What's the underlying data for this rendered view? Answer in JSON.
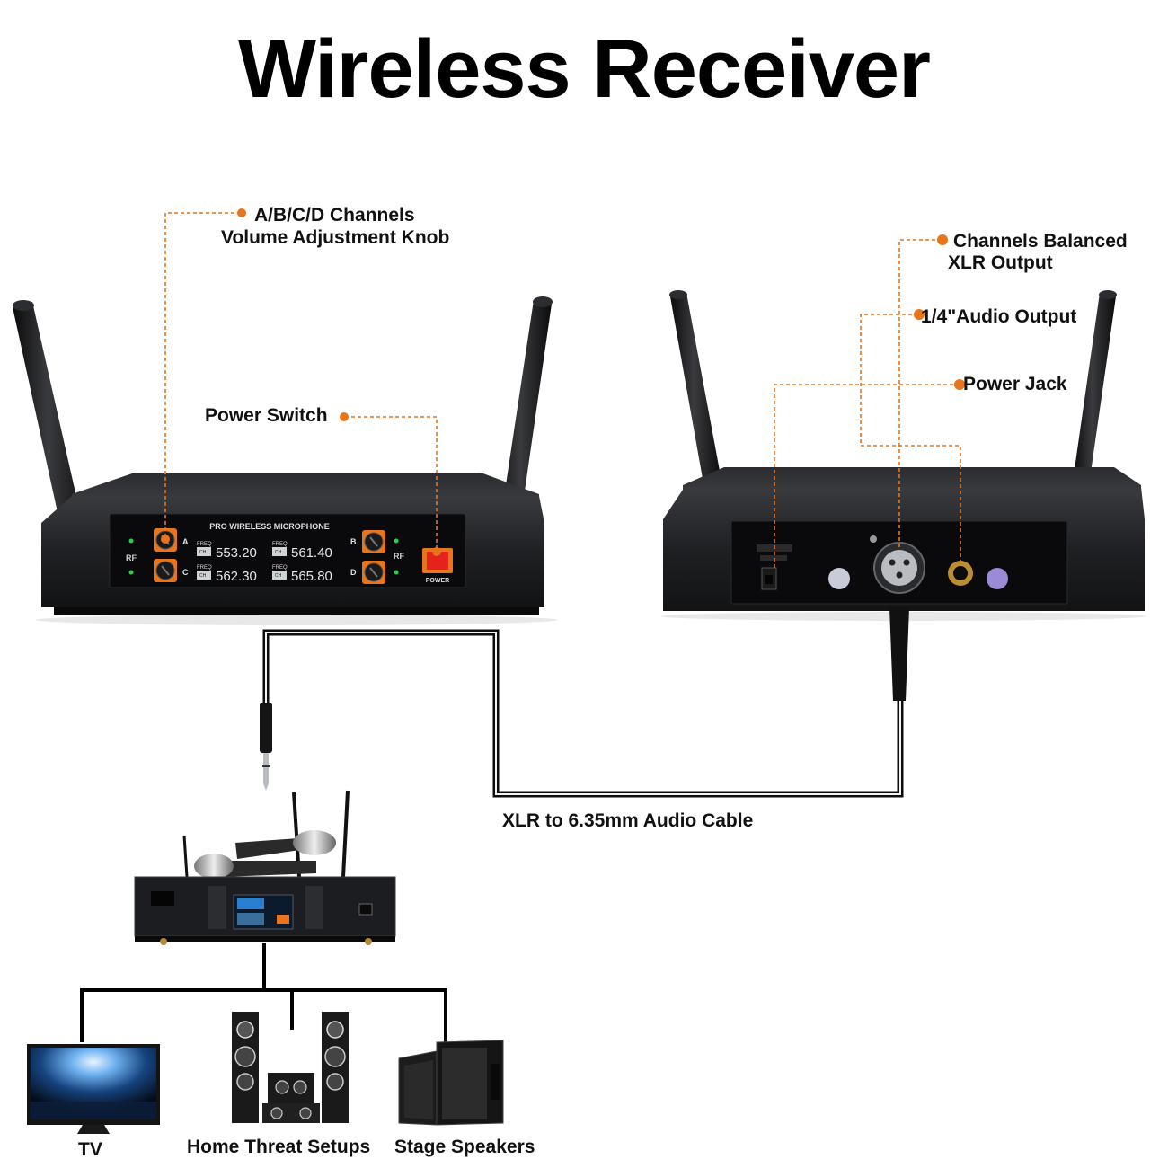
{
  "title": "Wireless Receiver",
  "front_unit": {
    "brand_text": "PRO WIRELESS MICROPHONE",
    "rf_label": "RF",
    "power_label": "POWER",
    "freq_label": "FREQ",
    "ch_label": "CH",
    "channels": [
      {
        "letter": "A",
        "freq": "553.20"
      },
      {
        "letter": "B",
        "freq": "561.40"
      },
      {
        "letter": "C",
        "freq": "562.30"
      },
      {
        "letter": "D",
        "freq": "565.80"
      }
    ]
  },
  "callouts": {
    "volume_knob": {
      "line1": "A/B/C/D Channels",
      "line2": "Volume Adjustment Knob"
    },
    "power_switch": "Power Switch",
    "xlr_output": {
      "line1": "Channels Balanced",
      "line2": "XLR Output"
    },
    "quarter_inch": "1/4\"Audio Output",
    "power_jack": "Power Jack"
  },
  "cable_label": "XLR to 6.35mm Audio Cable",
  "outputs": {
    "tv": "TV",
    "home": "Home Threat Setups",
    "stage": "Stage Speakers"
  },
  "colors": {
    "accent": "#e8741c",
    "device": "#1e1f22",
    "panel": "#0a0a0c"
  }
}
